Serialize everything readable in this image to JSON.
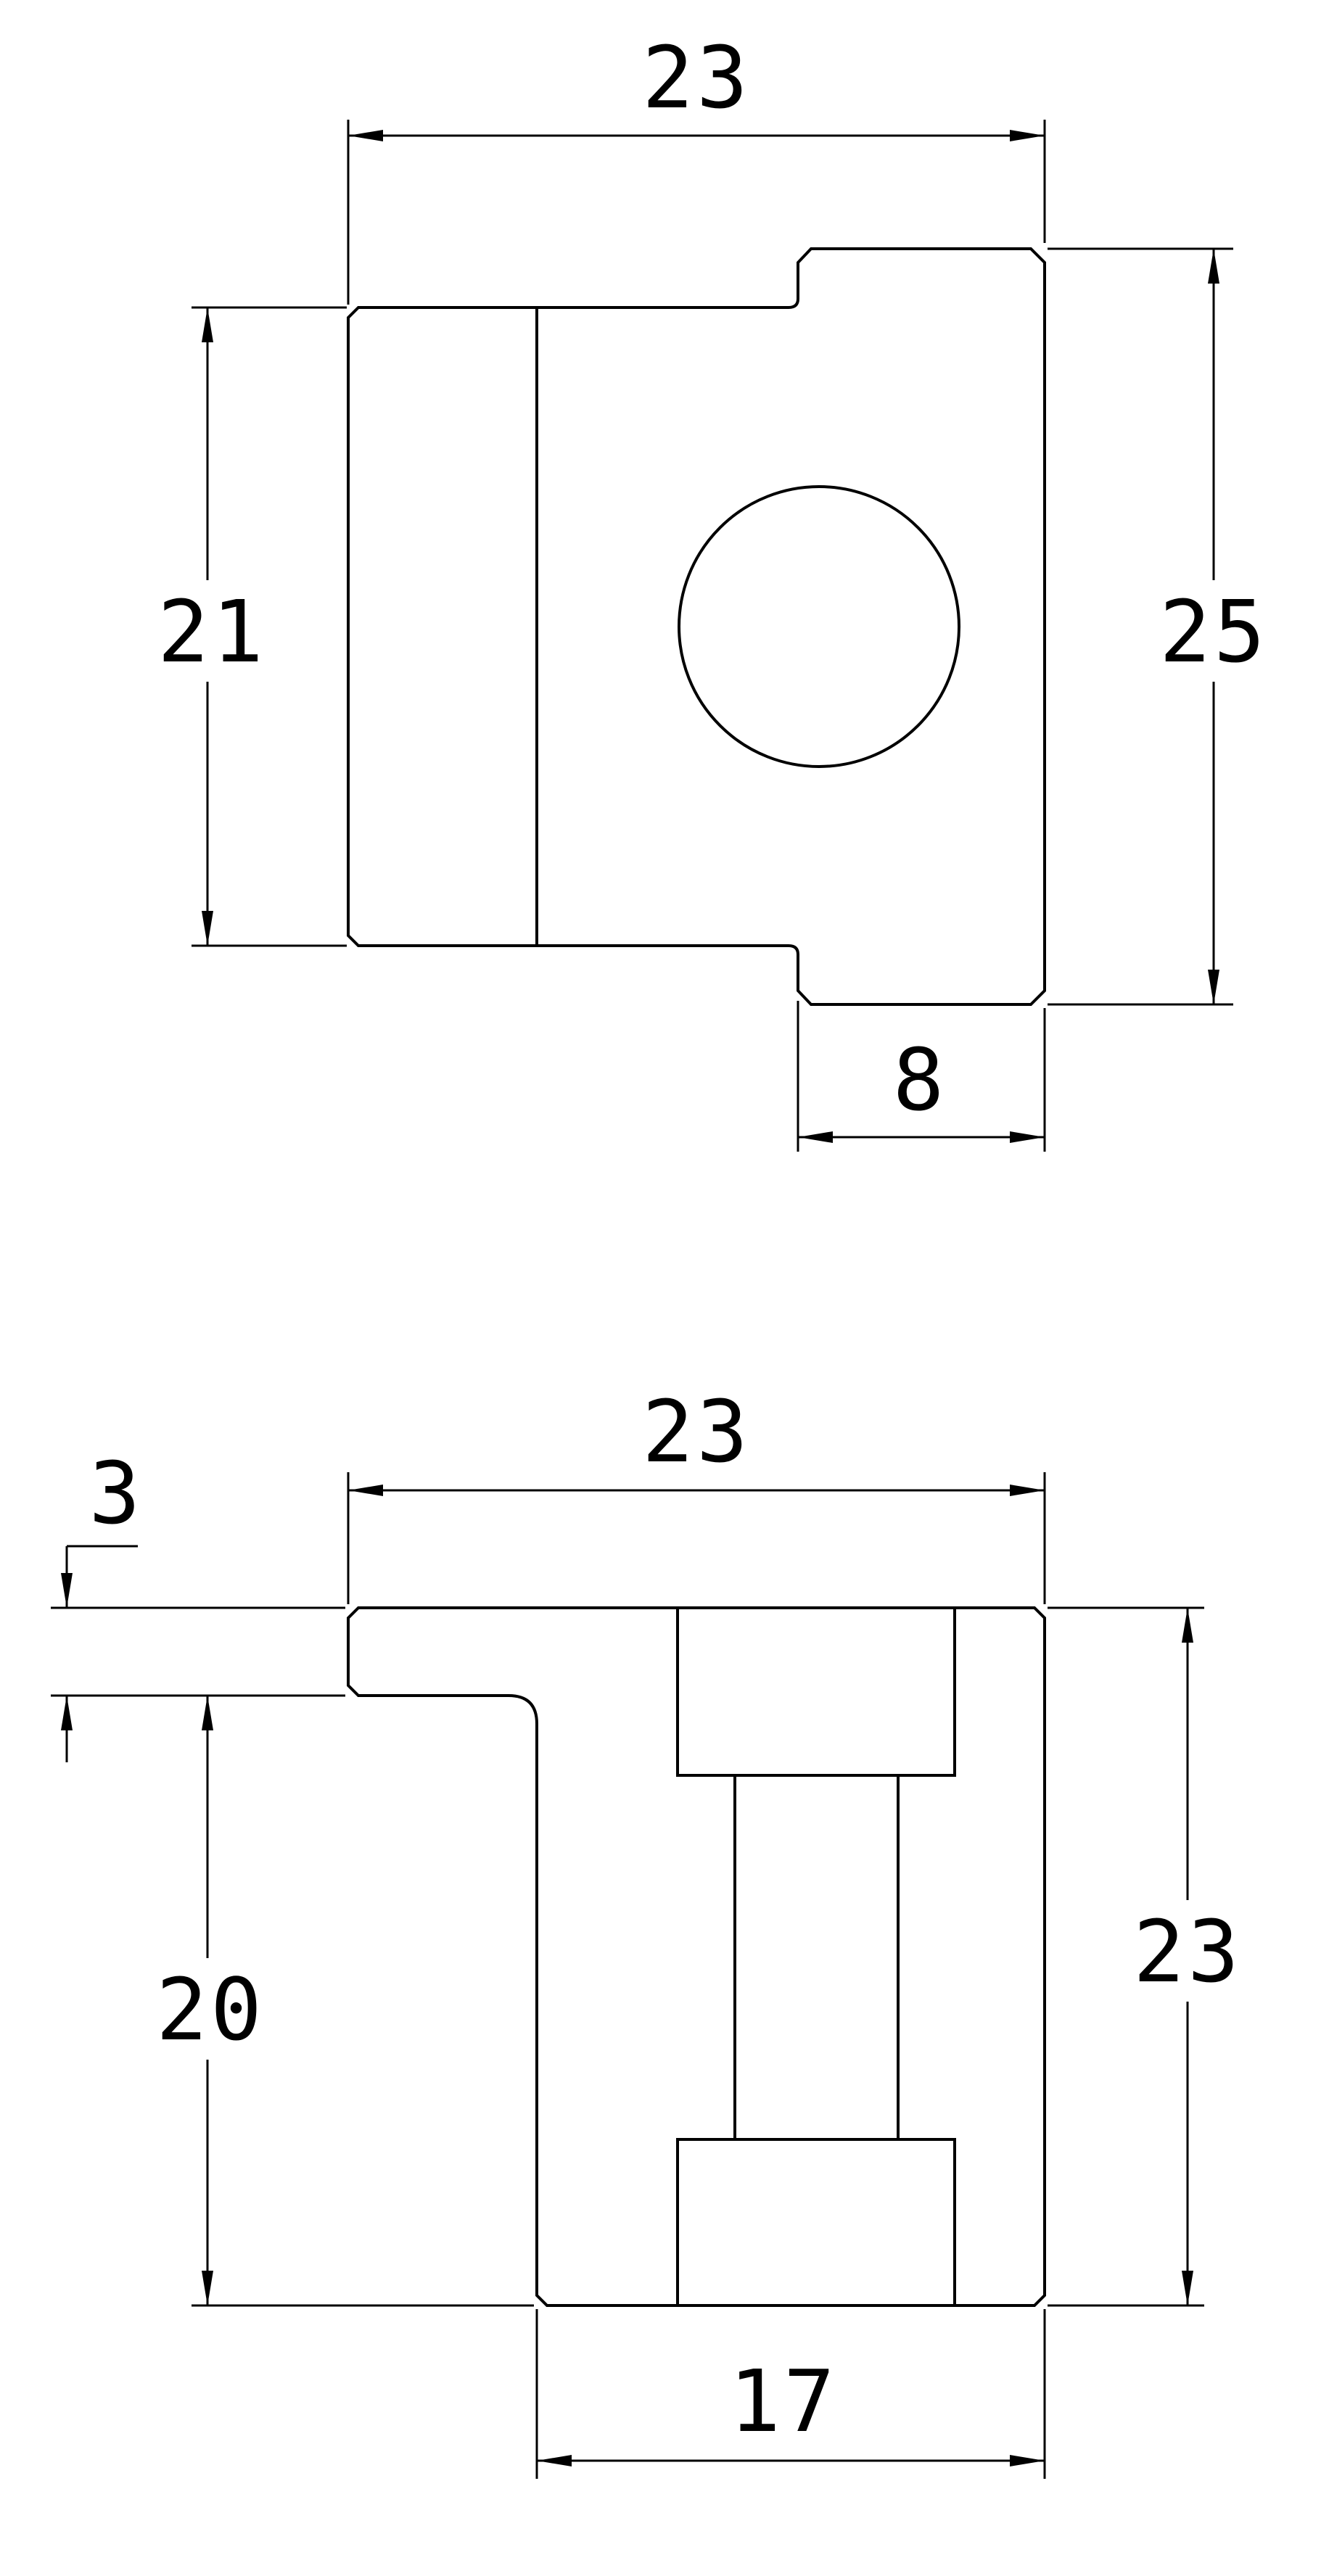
{
  "top_view": {
    "dimensions": {
      "overall_width": "23",
      "left_height": "21",
      "right_height": "25",
      "tab_width": "8"
    }
  },
  "bottom_view": {
    "dimensions": {
      "overall_width": "23",
      "lip_thickness": "3",
      "left_height": "20",
      "right_height": "23",
      "base_width": "17"
    }
  }
}
